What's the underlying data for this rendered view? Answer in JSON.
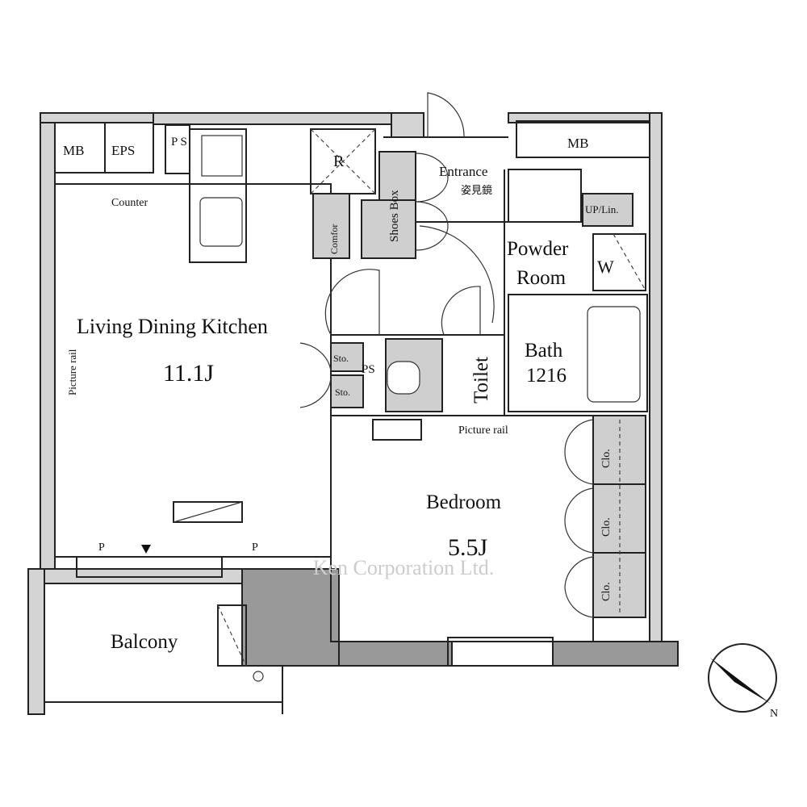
{
  "rooms": {
    "ldk_name": "Living Dining Kitchen",
    "ldk_size": "11.1J",
    "bedroom_name": "Bedroom",
    "bedroom_size": "5.5J",
    "balcony": "Balcony",
    "powder_line1": "Powder",
    "powder_line2": "Room",
    "bath_name": "Bath",
    "bath_size": "1216",
    "toilet": "Toilet",
    "entrance": "Entrance",
    "mirror": "姿見鏡"
  },
  "labels": {
    "mb_left": "MB",
    "eps": "EPS",
    "ps_top": "P S",
    "mb_right": "MB",
    "counter": "Counter",
    "refrigerator": "R",
    "comfor": "Comfor",
    "shoes_box": "Shoes Box",
    "up_lin": "UP/Lin.",
    "washer": "W",
    "sto1": "Sto.",
    "sto2": "Sto.",
    "ps_mid": "PS",
    "picture_rail_left": "Picture rail",
    "picture_rail_bedroom": "Picture rail",
    "clo1": "Clo.",
    "clo2": "Clo.",
    "clo3": "Clo.",
    "p_left": "P",
    "p_right": "P",
    "compass_n": "N"
  },
  "watermark": "Ken Corporation Ltd."
}
